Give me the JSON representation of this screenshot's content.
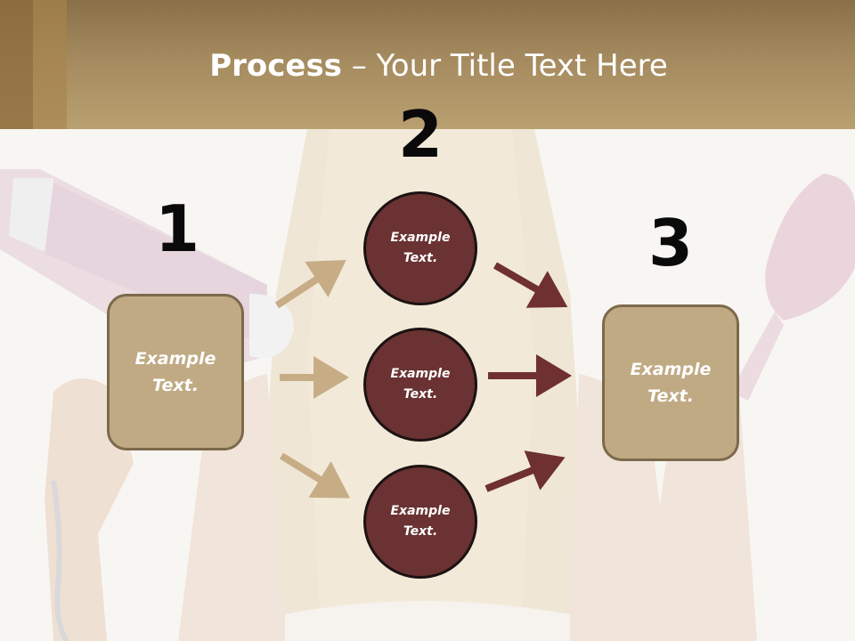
{
  "title": {
    "bold": "Process",
    "rest": " – Your Title Text Here"
  },
  "steps": [
    {
      "number": "1",
      "text": "Example Text."
    },
    {
      "number": "2",
      "items": [
        "Example Text.",
        "Example Text.",
        "Example Text."
      ]
    },
    {
      "number": "3",
      "text": "Example Text."
    }
  ],
  "colors": {
    "header": "#b9a070",
    "box_fill": "#c0aa84",
    "circle_fill": "#6a3232",
    "arrow_light": "#c6ad86",
    "arrow_dark": "#6e3030"
  }
}
